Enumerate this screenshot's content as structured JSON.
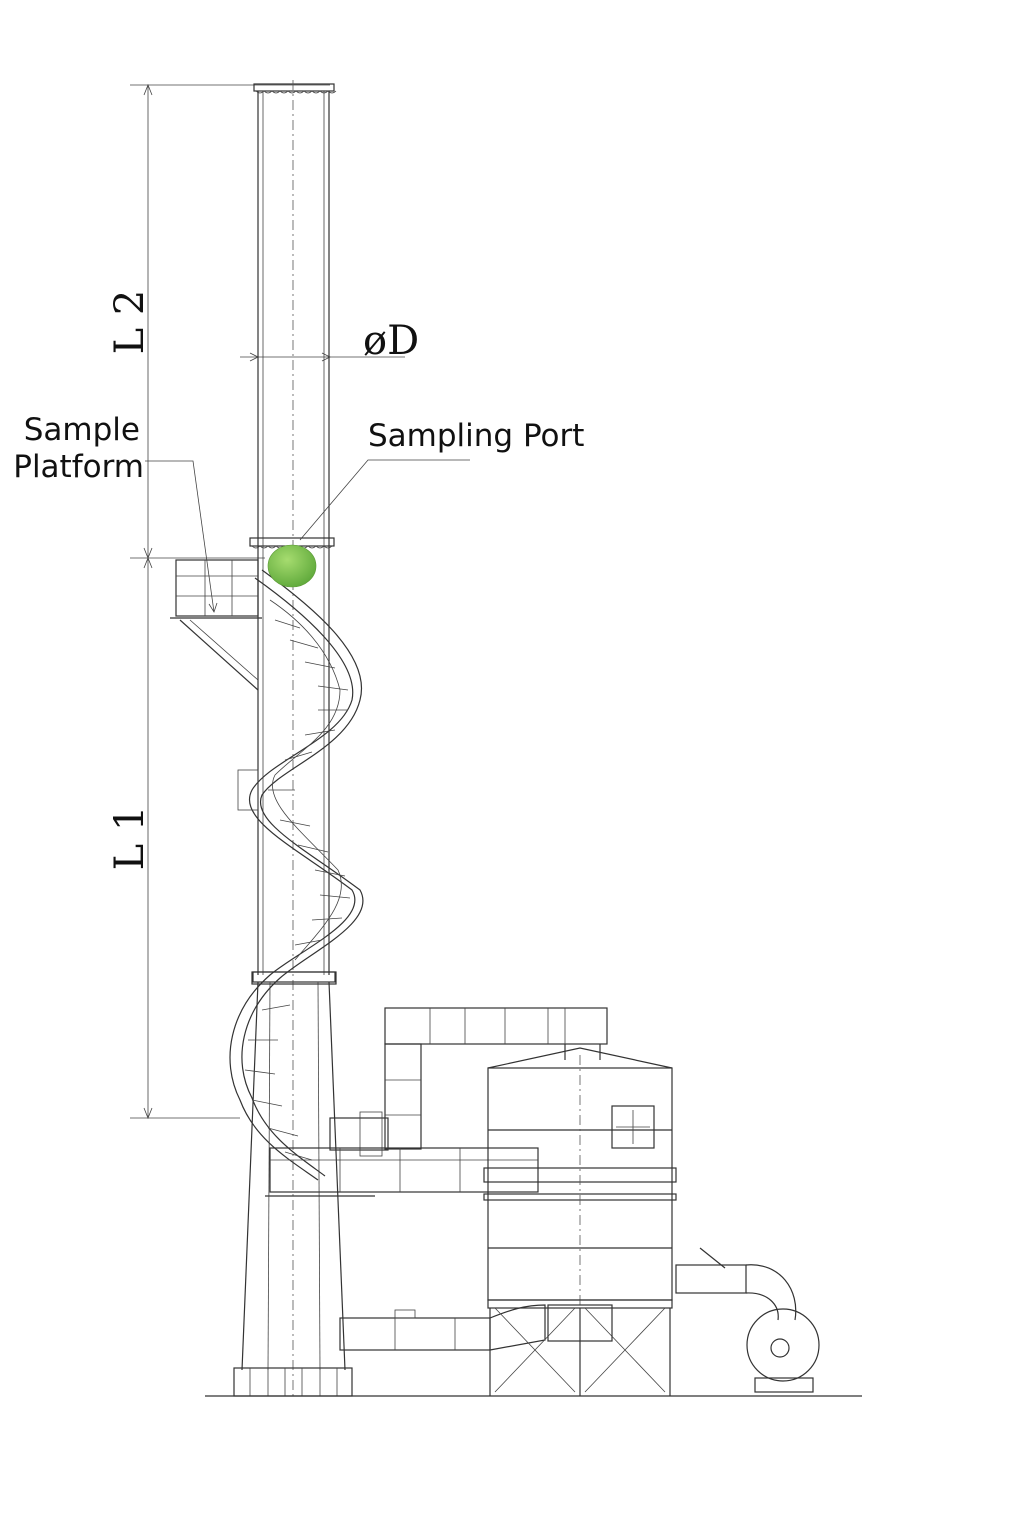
{
  "labels": {
    "l2": "L 2",
    "l1": "L 1",
    "diameter": "øD",
    "sample_platform_line1": "Sample",
    "sample_platform_line2": "Platform",
    "sampling_port": "Sampling Port"
  },
  "colors": {
    "sampling_port_marker": "#7cc24a",
    "line": "#333333",
    "background": "#ffffff"
  }
}
